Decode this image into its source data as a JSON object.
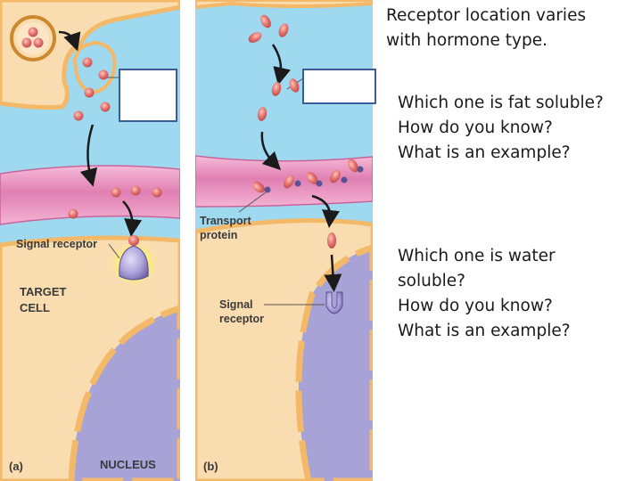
{
  "heading": {
    "line1": "Receptor location varies",
    "line2": "with hormone type."
  },
  "questions_fat": {
    "line1": "Which one is fat soluble?",
    "line2": "How do you know?",
    "line3": "What is an example?"
  },
  "questions_water": {
    "line1": "Which one is water",
    "line2": "soluble?",
    "line3": "How do you know?",
    "line4": "What is an example?"
  },
  "panel_a": {
    "signal_receptor_label": "Signal receptor",
    "target_cell_line1": "TARGET",
    "target_cell_line2": "CELL",
    "nucleus_label": "NUCLEUS",
    "panel_label": "(a)"
  },
  "panel_b": {
    "transport_line1": "Transport",
    "transport_line2": "protein",
    "signal_line1": "Signal",
    "signal_line2": "receptor",
    "panel_label": "(b)"
  },
  "colors": {
    "extracellular_fluid": "#9fd9f0",
    "cytoplasm": "#f9ddb0",
    "membrane": "#e684b6",
    "nucleus": "#a7a3d6",
    "hormone": "#e4716e",
    "receptor": "#b4aade",
    "receptor_glow": "#fff06a",
    "blank_box_border": "#3a5a9a"
  }
}
